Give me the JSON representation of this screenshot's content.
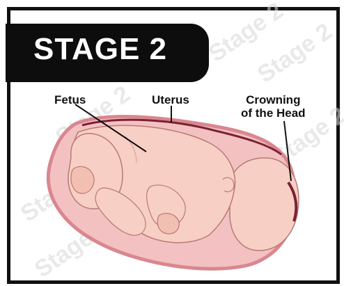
{
  "banner": {
    "title": "STAGE 2"
  },
  "labels": {
    "fetus": "Fetus",
    "uterus": "Uterus",
    "crowning_line1": "Crowning",
    "crowning_line2": "of the Head"
  },
  "watermark": {
    "text": "Stage 2"
  },
  "colors": {
    "banner_bg": "#0d0d0d",
    "banner_text": "#ffffff",
    "frame": "#111111",
    "skin": "#f8cfc4",
    "skin_shade": "#e6a99c",
    "uterus_wall": "#d9878f",
    "uterus_inner": "#f3c1c2",
    "uterus_dark": "#7a2233"
  }
}
